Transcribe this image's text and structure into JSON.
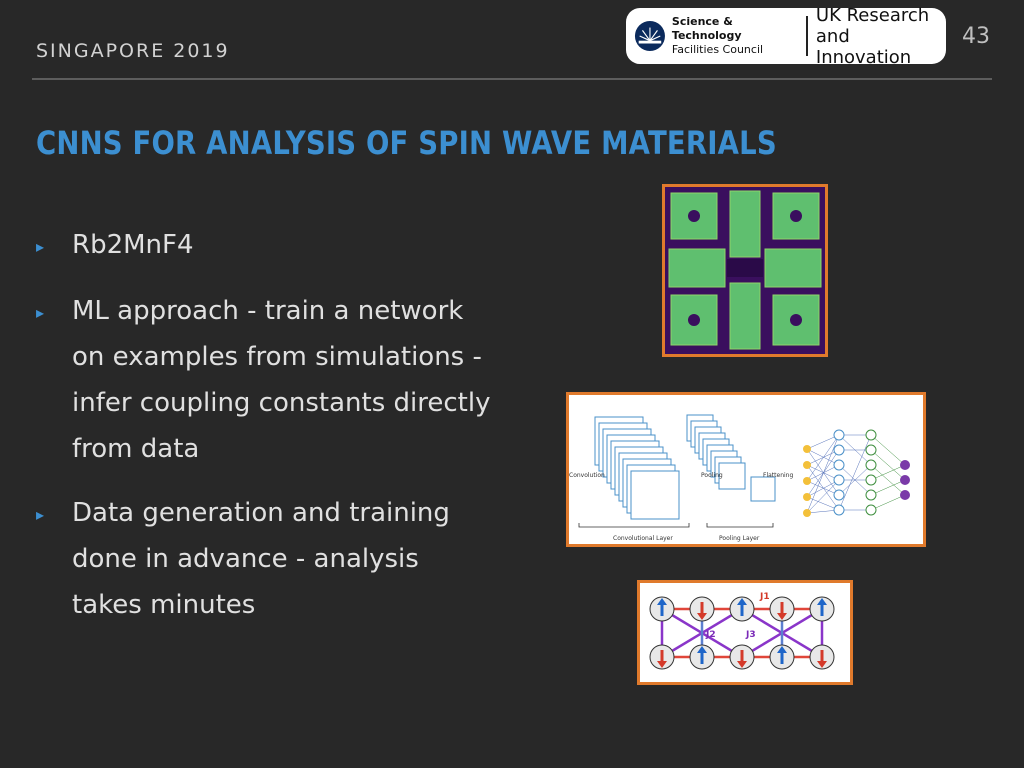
{
  "slide": {
    "header_label": "SINGAPORE 2019",
    "slide_number": "43",
    "title": "CNNS FOR ANALYSIS OF SPIN WAVE MATERIALS",
    "bullet_marker": "▸",
    "bullets": [
      "Rb2MnF4",
      "ML approach - train a network on examples from simulations - infer coupling constants directly from data",
      "Data generation and training done in advance - analysis takes minutes"
    ]
  },
  "logo": {
    "stfc_line1": "Science & Technology",
    "stfc_line2": "Facilities Council",
    "ukri_line1": "UK Research",
    "ukri_line2": "and Innovation"
  },
  "cnn_diagram": {
    "label_convolution": "Convolution",
    "label_pooling": "Pooling",
    "label_flattening": "Flattening",
    "label_conv_layer": "Convolutional Layer",
    "label_pool_layer": "Pooling Layer"
  },
  "spin_diagram": {
    "label_j1": "J1",
    "label_j2": "J2",
    "label_j3": "J3"
  },
  "colors": {
    "title": "#3c8fd1",
    "panel_border": "#e07a2c",
    "heatmap_bg": "#3a0f5e",
    "heatmap_tile": "#5fbf6f",
    "spin_up": "#1f66c9",
    "spin_down": "#d43a2a"
  }
}
